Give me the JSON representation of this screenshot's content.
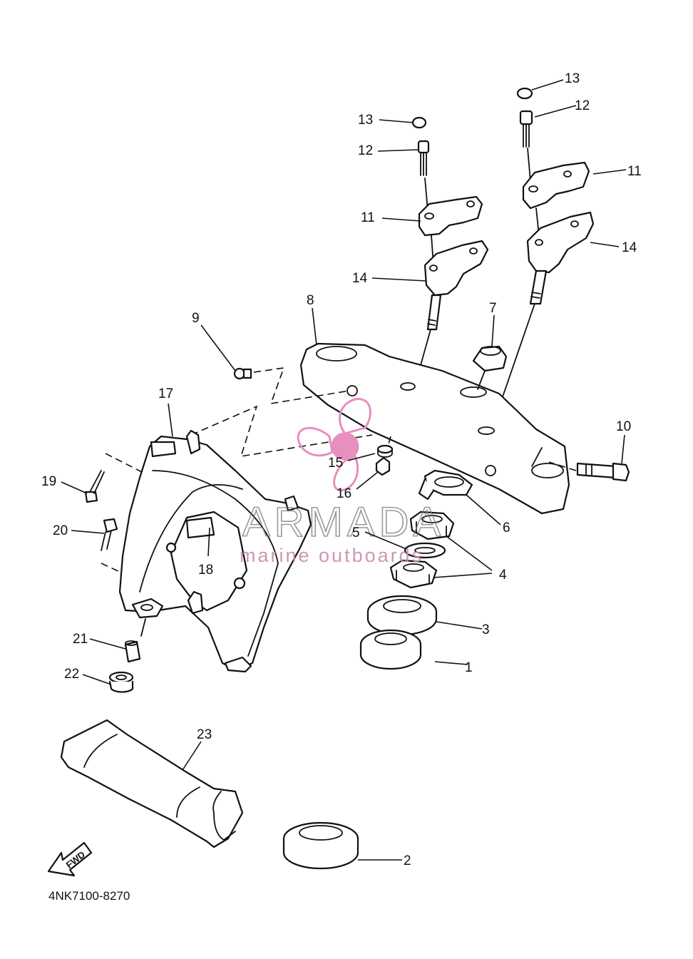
{
  "diagram": {
    "part_code": "4NK7100-8270",
    "forward_label": "FWD",
    "watermark": {
      "brand": "ARMADA",
      "tagline": "marine outboards",
      "colors": {
        "logo": "#e68fc0",
        "text": "#777777"
      }
    },
    "callouts": [
      "1",
      "2",
      "3",
      "4",
      "5",
      "6",
      "7",
      "8",
      "9",
      "10",
      "11",
      "11",
      "12",
      "12",
      "13",
      "13",
      "14",
      "14",
      "15",
      "16",
      "17",
      "18",
      "19",
      "20",
      "21",
      "22",
      "23"
    ]
  }
}
